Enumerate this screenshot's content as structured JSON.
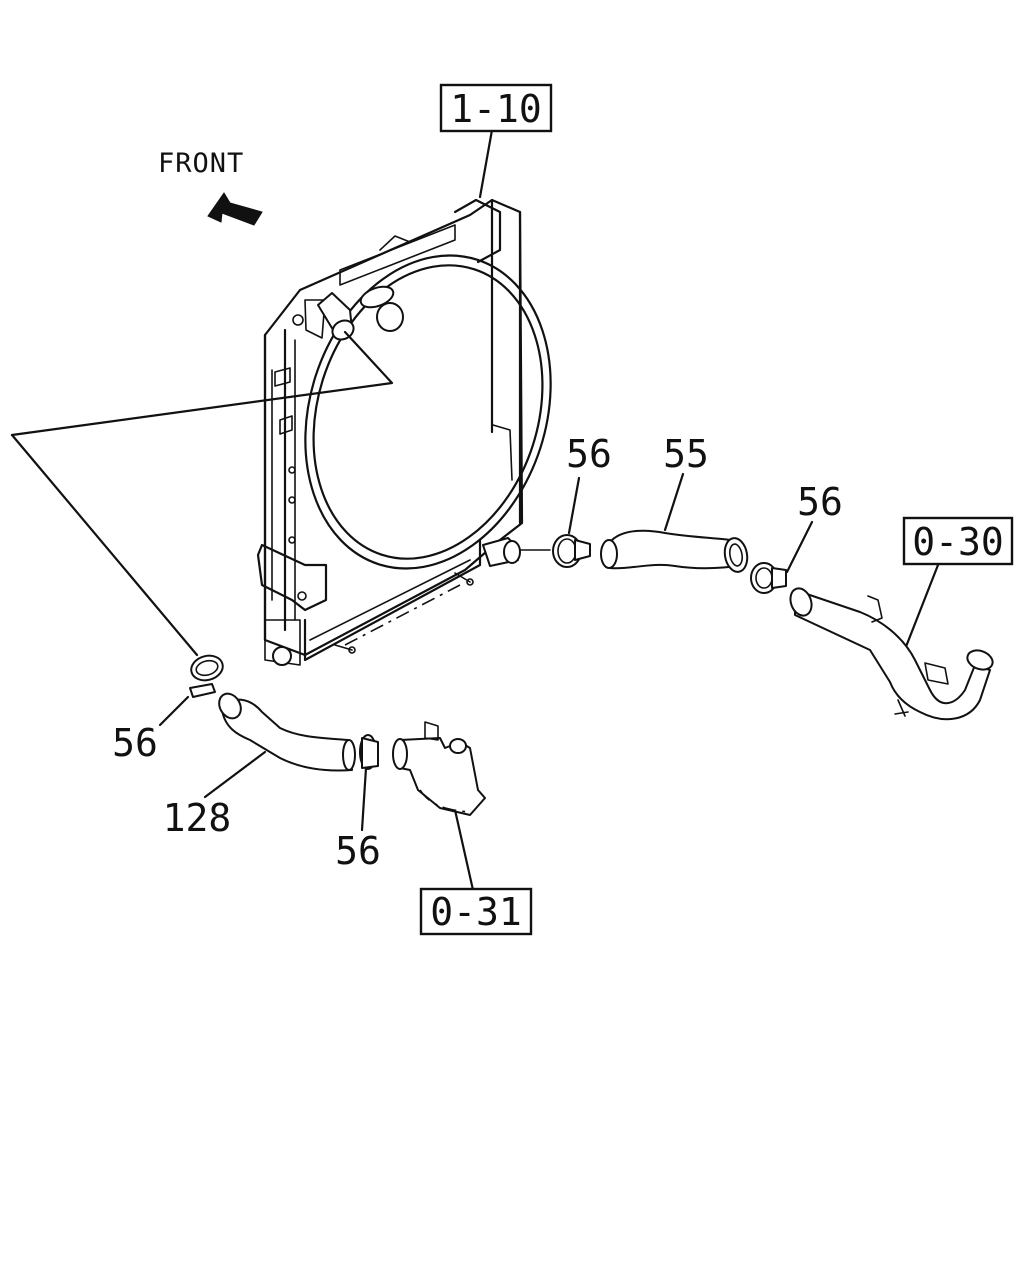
{
  "orientation": {
    "label": "FRONT",
    "arrow_icon": "arrow-up-left-icon"
  },
  "reference_boxes": {
    "radiator": "1-10",
    "outlet_pipe": "0-30",
    "thermostat_housing": "0-31"
  },
  "callouts": {
    "clamp_upper_left": "56",
    "hose_upper": "55",
    "clamp_upper_right": "56",
    "clamp_lower_left": "56",
    "hose_lower": "128",
    "clamp_lower_right": "56"
  }
}
